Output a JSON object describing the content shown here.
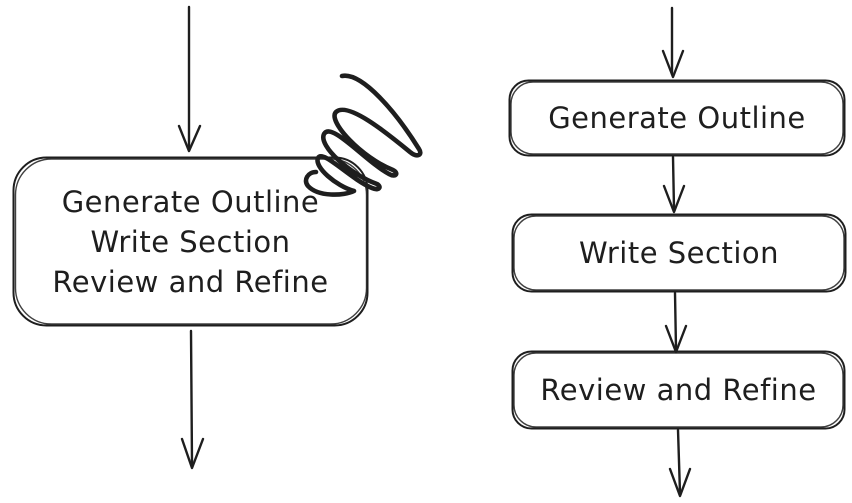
{
  "canvas": {
    "background_color": "#ffffff",
    "ink_color": "#1e1e1e"
  },
  "left_diagram": {
    "box_lines": [
      "Generate Outline",
      "Write Section",
      "Review and Refine"
    ],
    "scribble_icon": "scratch-out-scribble"
  },
  "right_diagram": {
    "boxes": [
      {
        "label": "Generate Outline"
      },
      {
        "label": "Write Section"
      },
      {
        "label": "Review and Refine"
      }
    ]
  }
}
